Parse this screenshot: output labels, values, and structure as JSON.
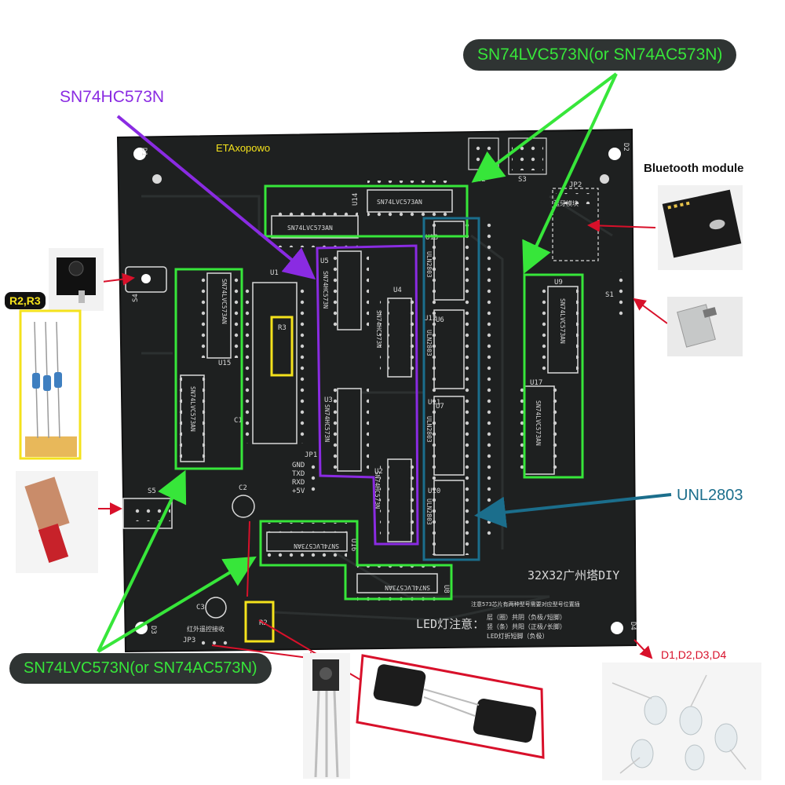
{
  "callouts": {
    "top_green": "SN74LVC573N(or SN74AC573N)",
    "bottom_green": "SN74LVC573N(or SN74AC573N)",
    "purple": "SN74HC573N",
    "teal": "UNL2803",
    "bluetooth": "Bluetooth module",
    "r2r3": "R2,R3",
    "leds": "D1,D2,D3,D4"
  },
  "board": {
    "brand": "ETAxopowo",
    "title": "32X32广州塔DIY",
    "led_note": "LED灯注意：",
    "note_top": "注意573芯片有两种型号需要对应型号位置插",
    "note_lines": [
      "层（圈）共阴（负极/短脚）",
      "竖（条）共阳（正极/长脚）",
      "LED灯折短脚（负极）"
    ],
    "ir_label": "红外遥控接收",
    "bt_label": "蓝牙模块",
    "serial_pins": [
      "GND",
      "TXD",
      "RXD",
      "+5V"
    ],
    "refs": [
      "D1",
      "D2",
      "D3",
      "D4",
      "S1",
      "S2",
      "S3",
      "S4",
      "S5",
      "JP1",
      "JP2",
      "JP3",
      "U1",
      "U2",
      "U3",
      "U4",
      "U5",
      "U6",
      "U7",
      "U8",
      "U9",
      "U10",
      "U11",
      "U12",
      "U13",
      "U14",
      "U15",
      "U16",
      "U17",
      "R2",
      "R3",
      "C1",
      "C2",
      "C3"
    ],
    "chip_labels": {
      "lvc": "SN74LVC573AN",
      "hc": "SN74HC573N",
      "uln": "ULN2803"
    }
  },
  "colors": {
    "green": "#37e63a",
    "purple": "#8a2be2",
    "teal": "#1b6e8c",
    "yellow": "#f4e21c",
    "red": "#d8102a",
    "pcb": "#1e2020",
    "callout_bg": "#2f3433"
  }
}
